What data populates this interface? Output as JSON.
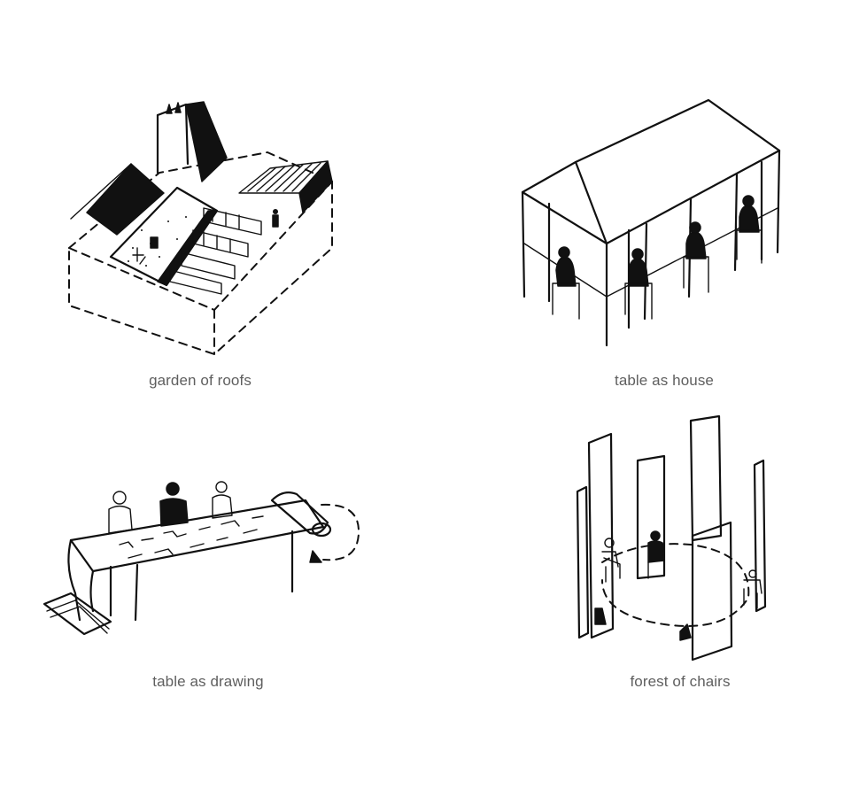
{
  "figures": [
    {
      "caption": "garden of roofs"
    },
    {
      "caption": "table as house"
    },
    {
      "caption": "table as drawing"
    },
    {
      "caption": "forest of chairs"
    }
  ]
}
